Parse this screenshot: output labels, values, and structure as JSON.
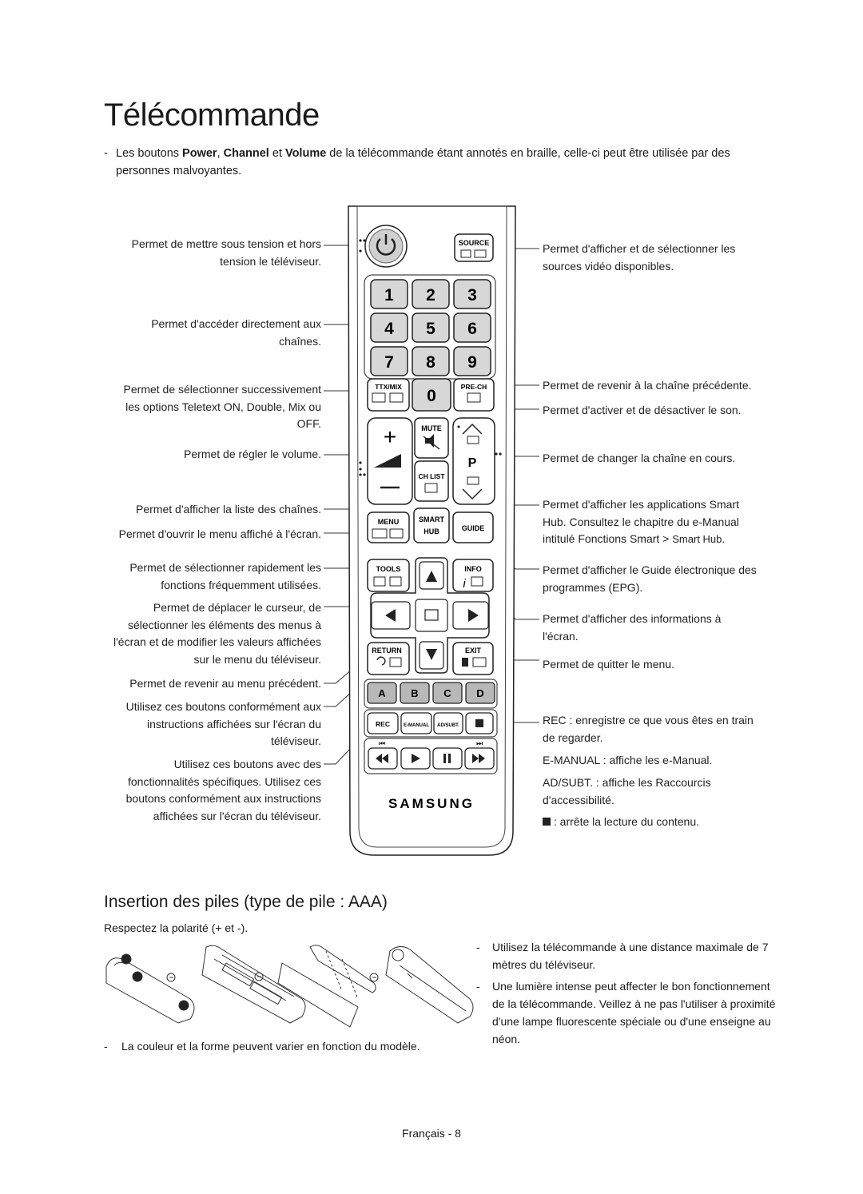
{
  "title": "Télécommande",
  "intro": {
    "dash": "-",
    "p1": "Les boutons ",
    "power": "Power",
    "sep1": ", ",
    "channel": "Channel",
    "sep2": " et ",
    "volume": "Volume",
    "rest": " de la télécommande étant annotés en braille, celle-ci peut être utilisée par des personnes malvoyantes."
  },
  "left_labels": {
    "power": "Permet de mettre sous tension et hors tension le téléviseur.",
    "numbers": "Permet d'accéder directement aux chaînes.",
    "ttx": "Permet de sélectionner successivement les options Teletext ON, Double, Mix ou OFF.",
    "volume": "Permet de régler le volume.",
    "chlist": "Permet d'afficher la liste des chaînes.",
    "menu": "Permet d'ouvrir le menu affiché à l'écran.",
    "tools": "Permet de sélectionner rapidement les fonctions fréquemment utilisées.",
    "cursor": "Permet de déplacer le curseur, de sélectionner les éléments des menus à l'écran et de modifier les valeurs affichées sur le menu du téléviseur.",
    "return": "Permet de revenir au menu précédent.",
    "colors": "Utilisez ces boutons conformément aux instructions affichées sur l'écran du téléviseur.",
    "special": "Utilisez ces boutons avec des fonctionnalités spécifiques. Utilisez ces boutons conformément aux instructions affichées sur l'écran du téléviseur."
  },
  "right_labels": {
    "source": "Permet d'afficher et de sélectionner les sources vidéo disponibles.",
    "prech": "Permet de revenir à la chaîne précédente.",
    "mute": "Permet d'activer et de désactiver le son.",
    "channel": "Permet de changer la chaîne en cours.",
    "smart_a": "Permet d'afficher les applications ",
    "smart_b": "Smart Hub",
    "smart_c": ". Consultez le chapitre du e-Manual intitulé ",
    "smart_d": "Fonctions Smart",
    "smart_e": " > ",
    "smart_f": "Smart Hub",
    "smart_g": ".",
    "guide": "Permet d'afficher le Guide électronique des programmes (EPG).",
    "info": "Permet d'afficher des informations à l'écran.",
    "exit": "Permet de quitter le menu.",
    "rec_key": "REC",
    "rec_txt": " : enregistre ce que vous êtes en train de regarder.",
    "emanual_key": "E-MANUAL",
    "emanual_txt": " : affiche les ",
    "emanual_key2": "e-Manual",
    "emanual_end": ".",
    "adsubt_key": "AD/SUBT.",
    "adsubt_txt": " : affiche les ",
    "adsubt_key2": "Raccourcis d'accessibilité",
    "adsubt_end": ".",
    "stop_txt": " : arrête la lecture du contenu."
  },
  "remote": {
    "source": "SOURCE",
    "digits": [
      "1",
      "2",
      "3",
      "4",
      "5",
      "6",
      "7",
      "8",
      "9",
      "0"
    ],
    "ttx": "TTX/MIX",
    "prech": "PRE-CH",
    "mute": "MUTE",
    "chlist": "CH LIST",
    "p": "P",
    "menu": "MENU",
    "smart": "SMART",
    "hub": "HUB",
    "guide": "GUIDE",
    "tools": "TOOLS",
    "info": "INFO",
    "return": "RETURN",
    "exit": "EXIT",
    "colors": [
      "A",
      "B",
      "C",
      "D"
    ],
    "color_hex": [
      "#cc3333",
      "#2e9e3e",
      "#e2c41e",
      "#2a63b8"
    ],
    "rec": "REC",
    "emanual": "E-MANUAL",
    "adsubt": "AD/SUBT.",
    "brand": "SAMSUNG"
  },
  "battery": {
    "heading": "Insertion des piles (type de pile : AAA)",
    "polarity": "Respectez la polarité (+ et -).",
    "note_dash": "-",
    "note": "La couleur et la forme peuvent varier en fonction du modèle.",
    "tip1": "Utilisez la télécommande à une distance maximale de 7 mètres du téléviseur.",
    "tip2": "Une lumière intense peut affecter le bon fonctionnement de la télécommande. Veillez à ne pas l'utiliser à proximité d'une lampe fluorescente spéciale ou d'une enseigne au néon."
  },
  "footer": "Français - 8"
}
